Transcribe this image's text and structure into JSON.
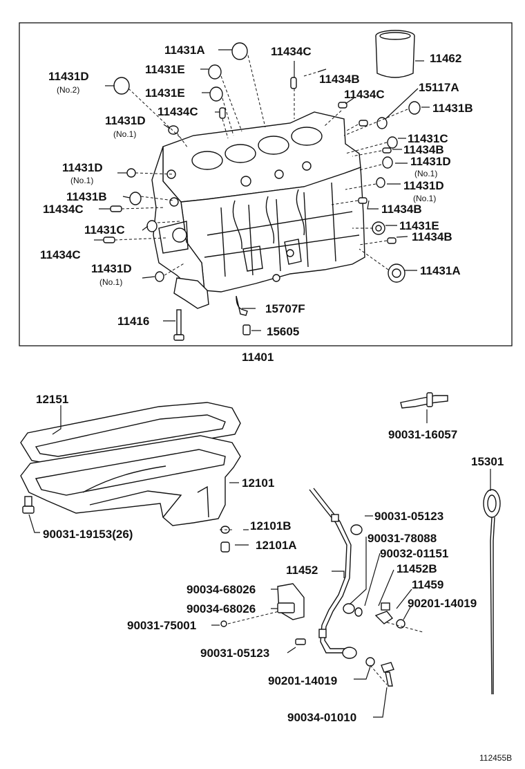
{
  "assembly_label": "11401",
  "figure_ref": "112455B",
  "labels": {
    "p11431A_top": "11431A",
    "p11434C_top": "11434C",
    "p11462": "11462",
    "p11431D_no2": "11431D",
    "p11431D_no2_sub": "(No.2)",
    "p11431E_1": "11431E",
    "p11434B_top": "11434B",
    "p11431E_2": "11431E",
    "p11434C_mid": "11434C",
    "p15117A": "15117A",
    "p11434C_left": "11434C",
    "p11431B_right": "11431B",
    "p11431D_l1": "11431D",
    "p11431D_l1_sub": "(No.1)",
    "p11431C_right": "11431C",
    "p11434B_r1": "11434B",
    "p11431D_r1": "11431D",
    "p11431D_r1_sub": "(No.1)",
    "p11431D_l2": "11431D",
    "p11431D_l2_sub": "(No.1)",
    "p11431D_r2": "11431D",
    "p11431D_r2_sub": "(No.1)",
    "p11431B_left": "11431B",
    "p11434C_l2": "11434C",
    "p11434B_r2": "11434B",
    "p11431C_left": "11431C",
    "p11431E_right": "11431E",
    "p11434B_r3": "11434B",
    "p11434C_l3": "11434C",
    "p11431A_right": "11431A",
    "p11431D_l3": "11431D",
    "p11431D_l3_sub": "(No.1)",
    "p15707F": "15707F",
    "p11416": "11416",
    "p15605": "15605",
    "p12151": "12151",
    "p90031_16057": "90031-16057",
    "p15301": "15301",
    "p12101": "12101",
    "p90031_19153": "90031-19153(26)",
    "p90031_05123_a": "90031-05123",
    "p12101B": "12101B",
    "p90031_78088": "90031-78088",
    "p12101A": "12101A",
    "p90032_01151": "90032-01151",
    "p11452": "11452",
    "p11452B": "11452B",
    "p90034_68026_a": "90034-68026",
    "p11459": "11459",
    "p90034_68026_b": "90034-68026",
    "p90201_14019_a": "90201-14019",
    "p90031_75001": "90031-75001",
    "p90031_05123_b": "90031-05123",
    "p90201_14019_b": "90201-14019",
    "p90034_01010": "90034-01010"
  }
}
